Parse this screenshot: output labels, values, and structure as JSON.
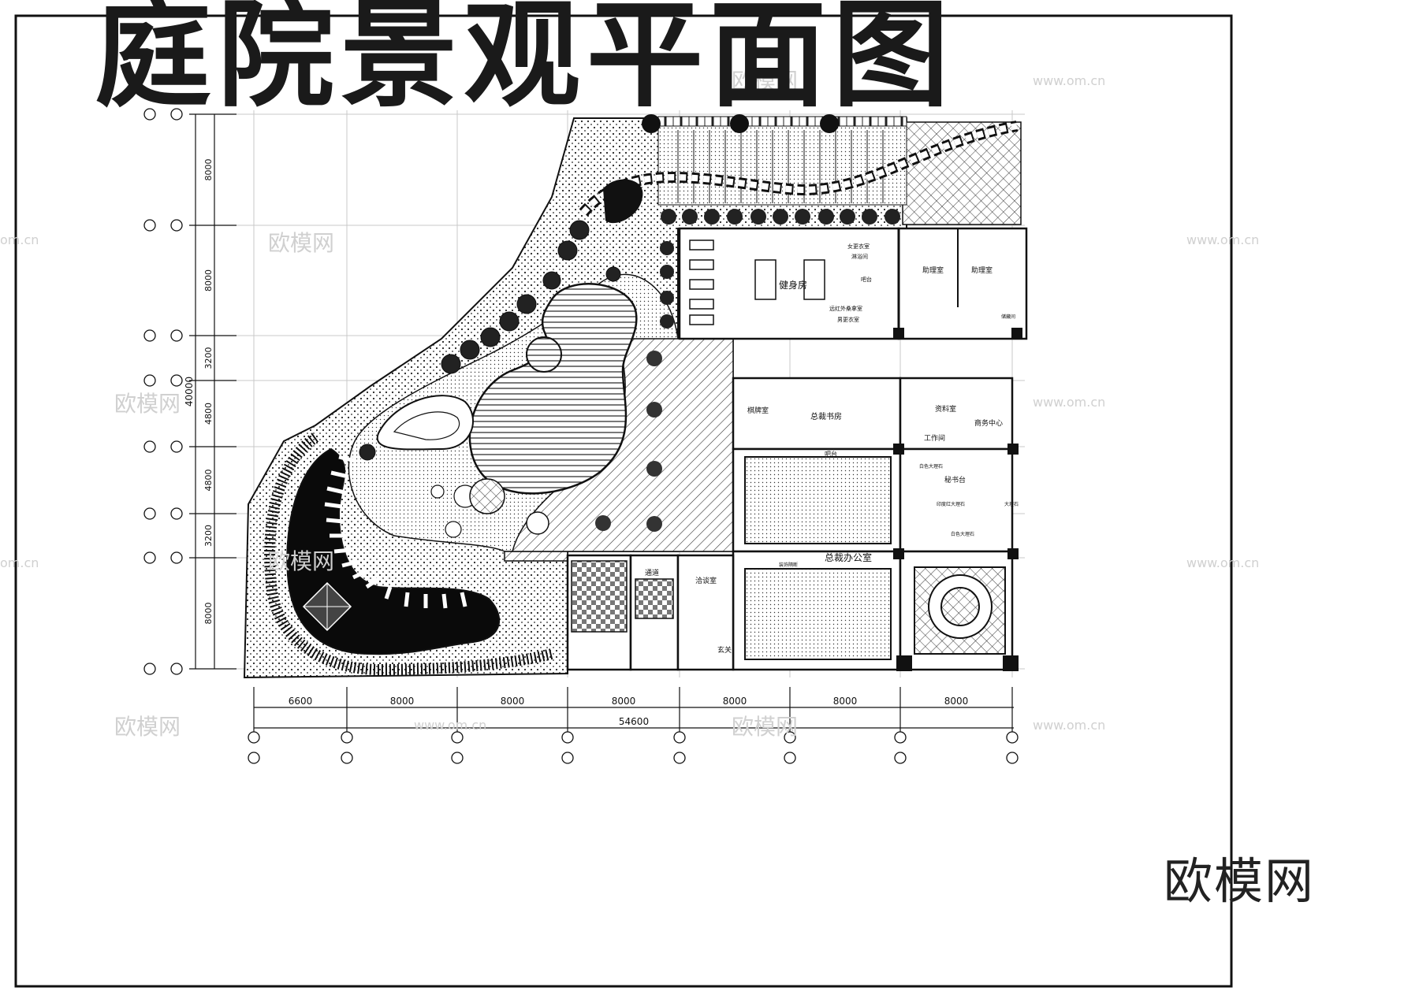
{
  "title": "庭院景观平面图",
  "brand": "欧模网",
  "watermarks": {
    "brand": "欧模网",
    "site": "www.om.cn",
    "site_partial": "om.cn"
  },
  "dimensions": {
    "bottom_spans": [
      "6600",
      "8000",
      "8000",
      "8000",
      "8000",
      "8000",
      "8000"
    ],
    "bottom_total": "54600",
    "left_spans": [
      "8000",
      "8000",
      "3200",
      "4800",
      "4800",
      "3200",
      "8000"
    ],
    "left_total": "40000"
  },
  "rooms": {
    "gym": "健身房",
    "female_locker": "女更衣室",
    "male_locker": "男更衣室",
    "sauna": "远红外桑拿室",
    "bathroom_small": "淋浴间",
    "bar": "吧台",
    "assistant1": "助理室",
    "assistant2": "助理室",
    "study": "总裁书房",
    "chess": "棋牌室",
    "archive": "资料室",
    "business": "商务中心",
    "workroom": "工作间",
    "secretary": "秘书台",
    "ceo_office": "总裁办公室",
    "negotiation": "洽谈室",
    "passage": "通道",
    "entrance": "玄关",
    "decor": "装饰隔断",
    "marble_white1": "白色大理石",
    "marble_white2": "白色大理石",
    "marble_red": "印度红大理石",
    "marble_big": "大理石",
    "storage": "储藏间"
  }
}
